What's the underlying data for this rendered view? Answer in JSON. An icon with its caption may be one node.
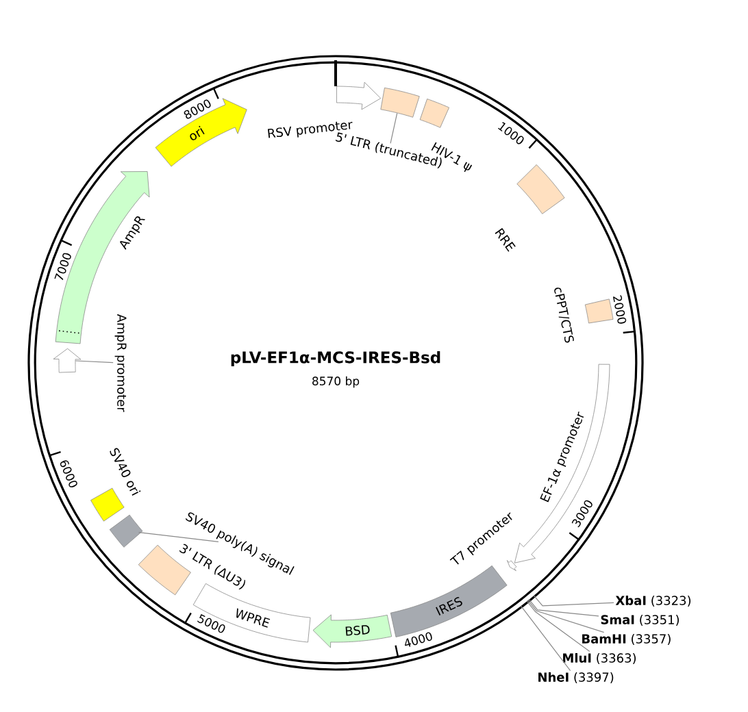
{
  "diagram": {
    "title": "pLV-EF1α-MCS-IRES-Bsd",
    "nodes": [
      {
        "text": [
          "RSV promoter"
        ]
      },
      {
        "text": [],
        "shape": "box"
      },
      {
        "text": [
          "5' LTR (truncated)"
        ]
      },
      {
        "text": [
          "HIV-1 ψ"
        ]
      },
      {
        "text": [
          "RRE"
        ]
      },
      {
        "text": [
          "cPPT/CTS"
        ]
      },
      {
        "text": [
          "EF-1α promoter"
        ]
      },
      {
        "text": [
          "T7 promoter"
        ]
      },
      {
        "text": [
          "IRES"
        ]
      },
      {
        "text": [
          "BSD"
        ]
      },
      {
        "text": [
          "WPRE"
        ]
      },
      {
        "text": [
          "3' LTR (ΔU3)"
        ]
      },
      {
        "text": [],
        "shape": "box"
      },
      {
        "text": [
          "SV40 poly(A) signal"
        ]
      },
      {
        "text": [
          "SV40 ori"
        ]
      },
      {
        "text": [],
        "shape": "arrow"
      },
      {
        "text": [
          "AmpR promoter"
        ]
      },
      {
        "text": [
          "AmpR"
        ]
      },
      {
        "text": [
          "ori"
        ]
      },
      {
        "text": [
          "**XbaI** (3323)"
        ]
      },
      {
        "text": [
          "**SmaI** (3351)"
        ]
      },
      {
        "text": [
          "**BamHI** (3357)"
        ]
      },
      {
        "text": [
          "**MluI** (3363)"
        ]
      },
      {
        "text": [
          "**NheI** (3397)"
        ]
      }
    ],
    "edges": [
      {
        "from": 2,
        "to": 1,
        "arrow": "none"
      },
      {
        "from": 13,
        "to": 12,
        "arrow": "none"
      },
      {
        "from": 16,
        "to": 15,
        "arrow": "none"
      },
      {
        "from": 19,
        "to": null,
        "arrow": "none"
      },
      {
        "from": 20,
        "to": null,
        "arrow": "none"
      },
      {
        "from": 21,
        "to": null,
        "arrow": "none"
      },
      {
        "from": 22,
        "to": null,
        "arrow": "none"
      },
      {
        "from": 23,
        "to": null,
        "arrow": "none"
      }
    ],
    "labels": [
      "8570 bp",
      "1000",
      "2000",
      "3000",
      "4000",
      "5000",
      "6000",
      "7000",
      "8000"
    ]
  }
}
